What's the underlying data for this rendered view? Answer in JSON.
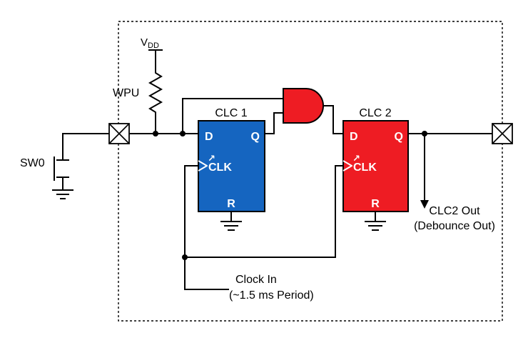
{
  "diagram": {
    "kind": "CLC switch debounce schematic",
    "labels": {
      "sw0": "SW0",
      "vdd_main": "V",
      "vdd_sub": "DD",
      "wpu": "WPU"
    },
    "clc1": {
      "title": "CLC 1",
      "d_pin": "D",
      "q_pin": "Q",
      "clk_pin": "CLK",
      "r_pin": "R"
    },
    "clc2": {
      "title": "CLC 2",
      "d_pin": "D",
      "q_pin": "Q",
      "clk_pin": "CLK",
      "r_pin": "R"
    },
    "clock_in": {
      "line1": "Clock In",
      "line2": "(~1.5 ms Period)"
    },
    "output": {
      "line1": "CLC2 Out",
      "line2": "(Debounce Out)"
    },
    "icons": {
      "rising_edge": "↗",
      "io_pin": "crossed-square",
      "ground": "three-bar-ground",
      "clk_input": "triangle-right"
    },
    "colors": {
      "clc1_fill": "#1565c0",
      "clc2_fill": "#ee1c23",
      "and_gate_fill": "#ee1c23",
      "wire": "#000000",
      "box_label": "#ffffff",
      "text": "#000000",
      "background": "#ffffff"
    }
  }
}
